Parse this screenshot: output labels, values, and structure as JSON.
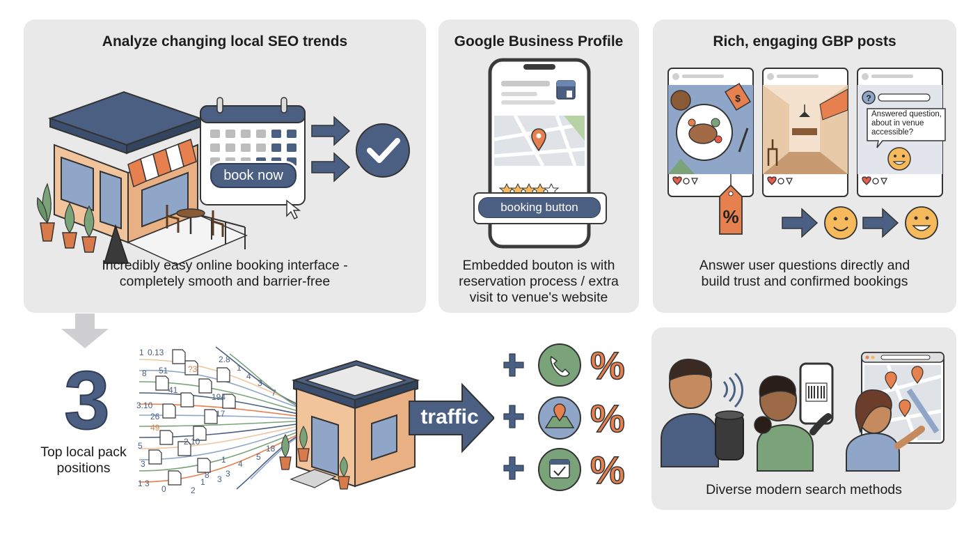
{
  "panels": {
    "trends": {
      "title": "Analyze changing local SEO trends",
      "button": "book now",
      "caption_line1": "Incredibly easy online booking interface -",
      "caption_line2": "completely smooth and barrier-free"
    },
    "gbp": {
      "title": "Google Business Profile",
      "button": "booking button",
      "caption_line1": "Embedded bouton is with",
      "caption_line2": "reservation process / extra",
      "caption_line3": "visit to venue's website"
    },
    "posts": {
      "title": "Rich, engaging GBP posts",
      "bubble_line1": "Answered question,",
      "bubble_line2": "about in venue",
      "bubble_line3": "accessible?",
      "caption_line1": "Answer user questions directly and",
      "caption_line2": "build trust and confirmed bookings"
    },
    "local_pack": {
      "number": "3",
      "label_line1": "Top local pack",
      "label_line2": "positions",
      "traffic": "traffic",
      "stream_numbers": [
        "1",
        "0.13",
        "51",
        "8",
        "41",
        "3.10",
        "26",
        "49",
        "5",
        "3",
        "1 3",
        "0",
        "2",
        "1",
        "3",
        "2.8",
        "1",
        "4",
        "3",
        "194",
        "17",
        "2.10",
        "18",
        "5",
        "4",
        "1",
        "3",
        "8",
        "?3",
        "7"
      ],
      "percent": "%"
    },
    "search": {
      "caption": "Diverse modern search methods"
    }
  },
  "colors": {
    "panel_bg": "#e9e9ea",
    "navy": "#4a5f82",
    "green": "#7aa37a",
    "orange": "#e7804f",
    "tan": "#f2c49b",
    "smile": "#f6b95c"
  }
}
